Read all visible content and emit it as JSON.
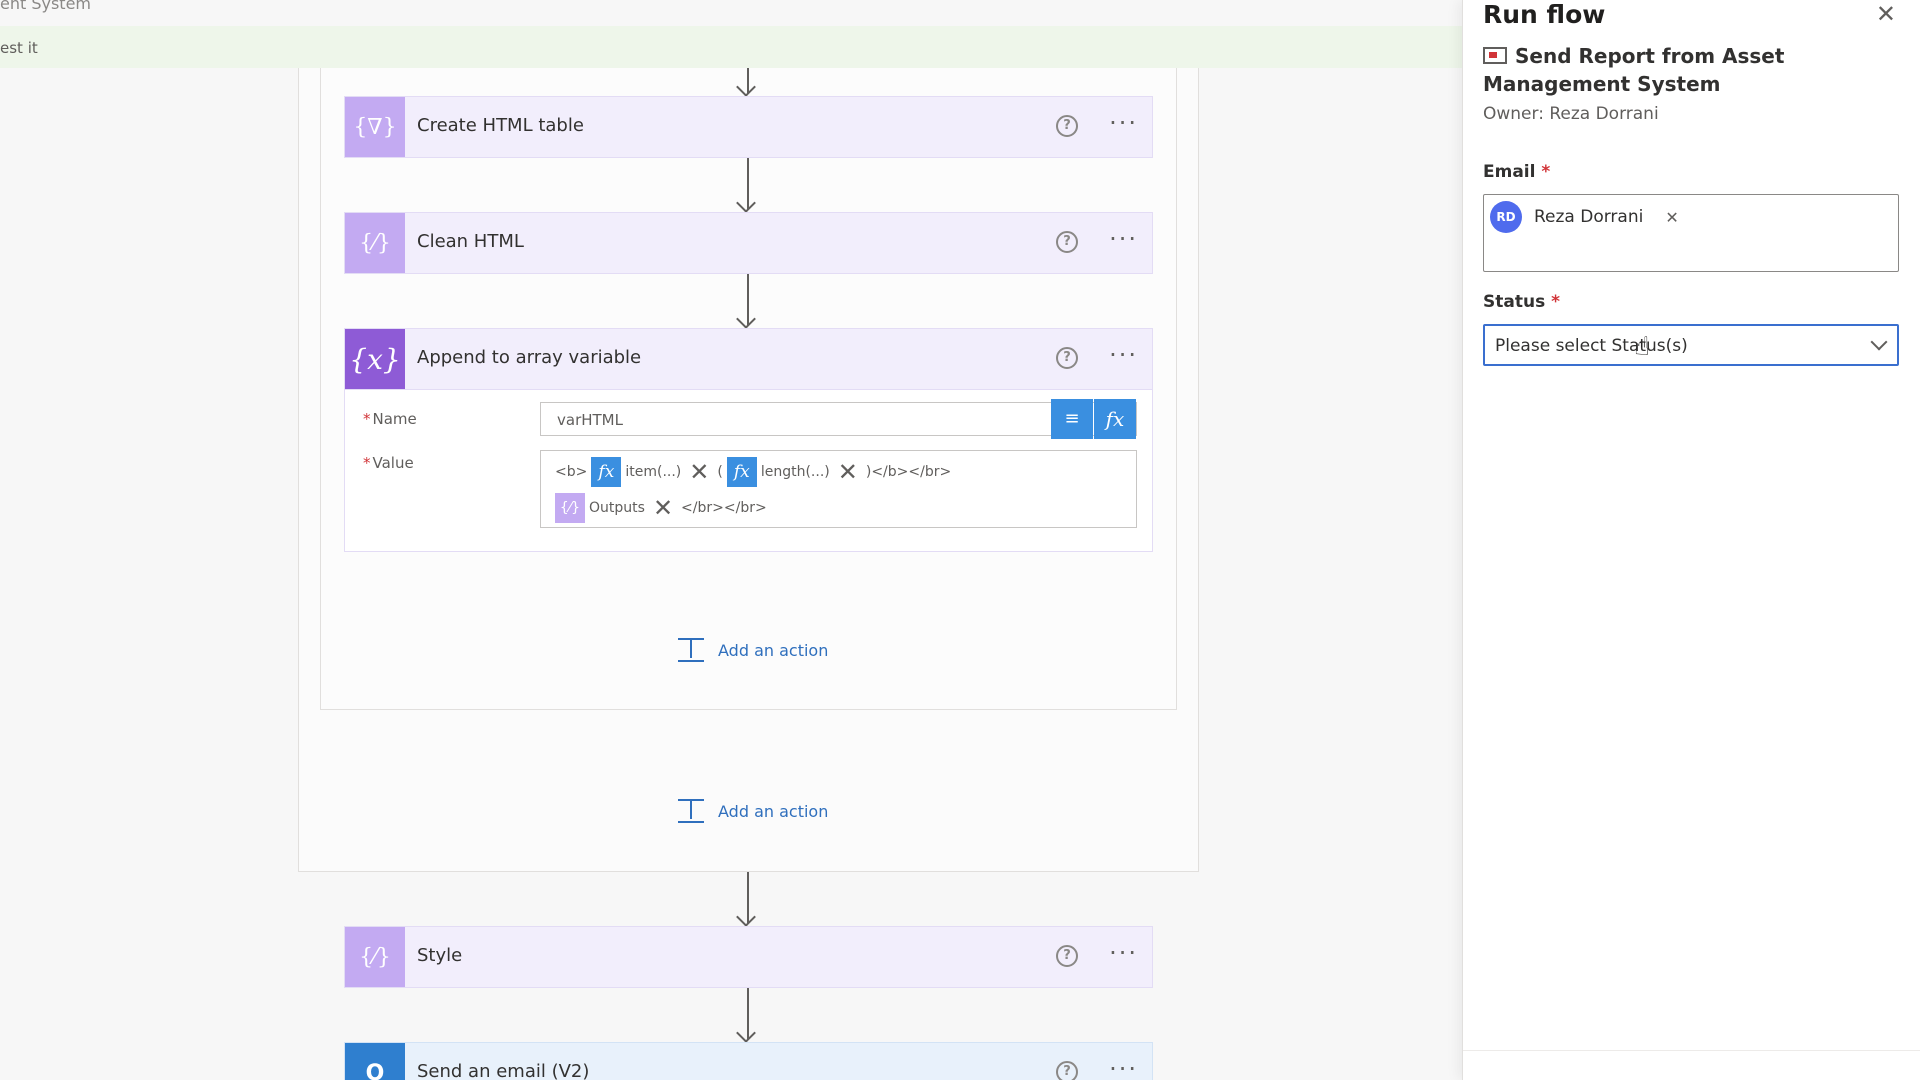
{
  "canvas": {
    "top_title": "ent System",
    "test_label": "est it"
  },
  "cards": [
    {
      "title": "Create HTML table",
      "icon": "variable-braces-icon",
      "help": "?",
      "more": "···"
    },
    {
      "title": "Clean HTML",
      "icon": "variable-braces-icon",
      "help": "?",
      "more": "···"
    },
    {
      "title": "Append to array variable",
      "icon": "variable-x-icon",
      "help": "?",
      "more": "···"
    },
    {
      "title": "Style",
      "icon": "variable-braces-icon",
      "help": "?",
      "more": "···"
    },
    {
      "title": "Send an email (V2)",
      "icon": "outlook-icon",
      "help": "?",
      "more": "···"
    }
  ],
  "append_body": {
    "name_label": "Name",
    "name_value": "varHTML",
    "value_label": "Value",
    "value_line1": {
      "open": "<b>",
      "token1": "item(...)",
      "paren": "(",
      "token2": "length(...)",
      "close": ")</b></br>"
    },
    "value_line2": {
      "token3": "Outputs",
      "tail": "</br></br>"
    }
  },
  "add_action_inner": "Add an action",
  "add_action_outer": "Add an action",
  "panel": {
    "title": "Run flow",
    "flow_name": "Send Report from Asset Management System",
    "owner": "Owner: Reza Dorrani",
    "email_label": "Email",
    "person_initials": "RD",
    "person_name": "Reza Dorrani",
    "status_label": "Status",
    "status_placeholder": "Please select Status(s)",
    "required_mark": "*"
  },
  "colors": {
    "accent": "#3a8fe0",
    "variable_card": "#c3aaf2",
    "variable_card_dark": "#8e5bd6",
    "link": "#2f6fbd",
    "avatar": "#4f6bed"
  }
}
